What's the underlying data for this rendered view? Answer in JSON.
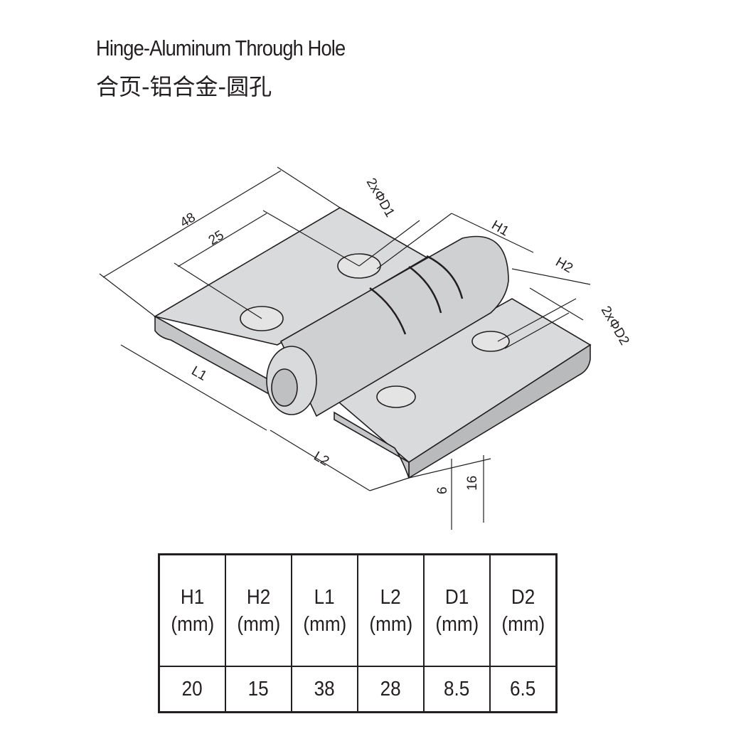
{
  "title": {
    "en": "Hinge-Aluminum Through Hole",
    "cn": "合页-铝合金-圆孔"
  },
  "drawing": {
    "labels": {
      "overall_length": "48",
      "hole_spacing": "25",
      "hole1": "2xΦD1",
      "h1": "H1",
      "h2": "H2",
      "hole2": "2xΦD2",
      "l1": "L1",
      "l2": "L2",
      "thickness": "6",
      "height": "16"
    }
  },
  "table": {
    "columns": [
      {
        "name": "H1",
        "unit": "(mm)",
        "value": "20"
      },
      {
        "name": "H2",
        "unit": "(mm)",
        "value": "15"
      },
      {
        "name": "L1",
        "unit": "(mm)",
        "value": "38"
      },
      {
        "name": "L2",
        "unit": "(mm)",
        "value": "28"
      },
      {
        "name": "D1",
        "unit": "(mm)",
        "value": "8.5"
      },
      {
        "name": "D2",
        "unit": "(mm)",
        "value": "6.5"
      }
    ]
  }
}
